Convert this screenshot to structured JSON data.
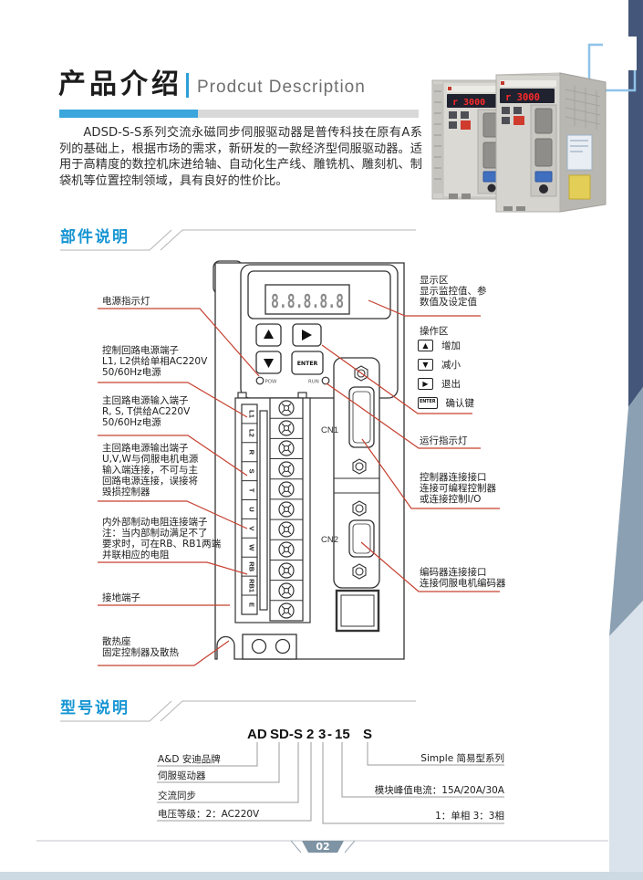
{
  "header": {
    "title_cn": "产品介绍",
    "title_en": "Prodcut Description"
  },
  "intro": {
    "text": "ADSD-S-S系列交流永磁同步伺服驱动器是普传科技在原有A系列的基础上，根据市场的需求，新研发的一款经济型伺服驱动器。适用于高精度的数控机床进给轴、自动化生产线、雕铣机、雕刻机、制袋机等位置控制领域，具有良好的性价比。"
  },
  "sections": {
    "parts_title": "部件说明",
    "model_title": "型号说明"
  },
  "photo": {
    "display": "r 3000"
  },
  "device": {
    "display_digits": "8.8.8.8.8",
    "enter": "ENTER",
    "pow": "POW",
    "run": "RUN",
    "cn1": "CN1",
    "cn2": "CN2",
    "terminals": [
      "L1",
      "L2",
      "R",
      "S",
      "T",
      "U",
      "V",
      "W",
      "RB",
      "RB1",
      "E"
    ]
  },
  "parts_labels": {
    "left": [
      {
        "text": "电源指示灯"
      },
      {
        "text": "控制回路电源端子\nL1, L2供给单相AC220V\n50/60Hz电源"
      },
      {
        "text": "主回路电源输入端子\nR, S, T供给AC220V\n50/60Hz电源"
      },
      {
        "text": "主回路电源输出端子\nU,V,W与伺服电机电源\n输入端连接，不可与主\n回路电源连接，误接将\n毁损控制器"
      },
      {
        "text": "内外部制动电阻连接端子\n注：当内部制动满足不了\n要求时，可在RB、RB1两端\n并联相应的电阻"
      },
      {
        "text": "接地端子"
      },
      {
        "text": "散热座\n固定控制器及散热"
      }
    ],
    "right": {
      "display_area": "显示区\n显示监控值、参\n数值及设定值",
      "op_area": "操作区",
      "op_keys": [
        {
          "glyph": "▲",
          "label": "增加"
        },
        {
          "glyph": "▼",
          "label": "减小"
        },
        {
          "glyph": "▶",
          "label": "退出"
        },
        {
          "glyph": "ENTER",
          "label": "确认键"
        }
      ],
      "run_indicator": "运行指示灯",
      "controller_if": "控制器连接接口\n连接可编程控制器\n或连接控制I/O",
      "encoder_if": "编码器连接接口\n连接伺服电机编码器"
    }
  },
  "model": {
    "segments": [
      "AD",
      "SD-",
      "S",
      "2",
      "3",
      "-",
      "15",
      "S"
    ],
    "left_labels": [
      "A&D 安迪品牌",
      "伺服驱动器",
      "交流同步",
      "电压等级：2：AC220V"
    ],
    "right_labels": [
      "Simple 简易型系列",
      "模块峰值电流：15A/20A/30A",
      "1：单相 3：3相"
    ]
  },
  "footer": {
    "page_number": "02"
  },
  "colors": {
    "accent_blue": "#2d9fd8",
    "section_blue": "#1695d3",
    "leader_red": "#c5402f",
    "navy": "#44567a",
    "slate": "#8ba1b3",
    "light_blue": "#dae3eb"
  }
}
